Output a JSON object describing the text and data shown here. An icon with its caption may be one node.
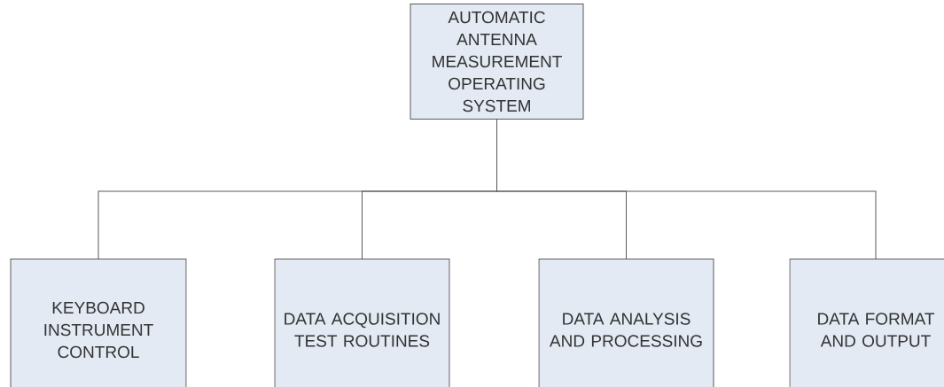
{
  "diagram": {
    "nodes": [
      {
        "text": [
          "AUTOMATIC ANTENNA MEASUREMENT OPERATING SYSTEM"
        ]
      },
      {
        "text": [
          "KEYBOARD INSTRUMENT CONTROL"
        ]
      },
      {
        "text": [
          "DATA ACQUISITION TEST ROUTINES"
        ]
      },
      {
        "text": [
          "DATA ANALYSIS AND PROCESSING"
        ]
      },
      {
        "text": [
          "DATA FORMAT AND OUTPUT"
        ]
      }
    ],
    "edges": [
      {
        "from": 0,
        "to": 1,
        "arrow": "none"
      },
      {
        "from": 0,
        "to": 2,
        "arrow": "none"
      },
      {
        "from": 0,
        "to": 3,
        "arrow": "none"
      },
      {
        "from": 0,
        "to": 4,
        "arrow": "none"
      }
    ]
  }
}
